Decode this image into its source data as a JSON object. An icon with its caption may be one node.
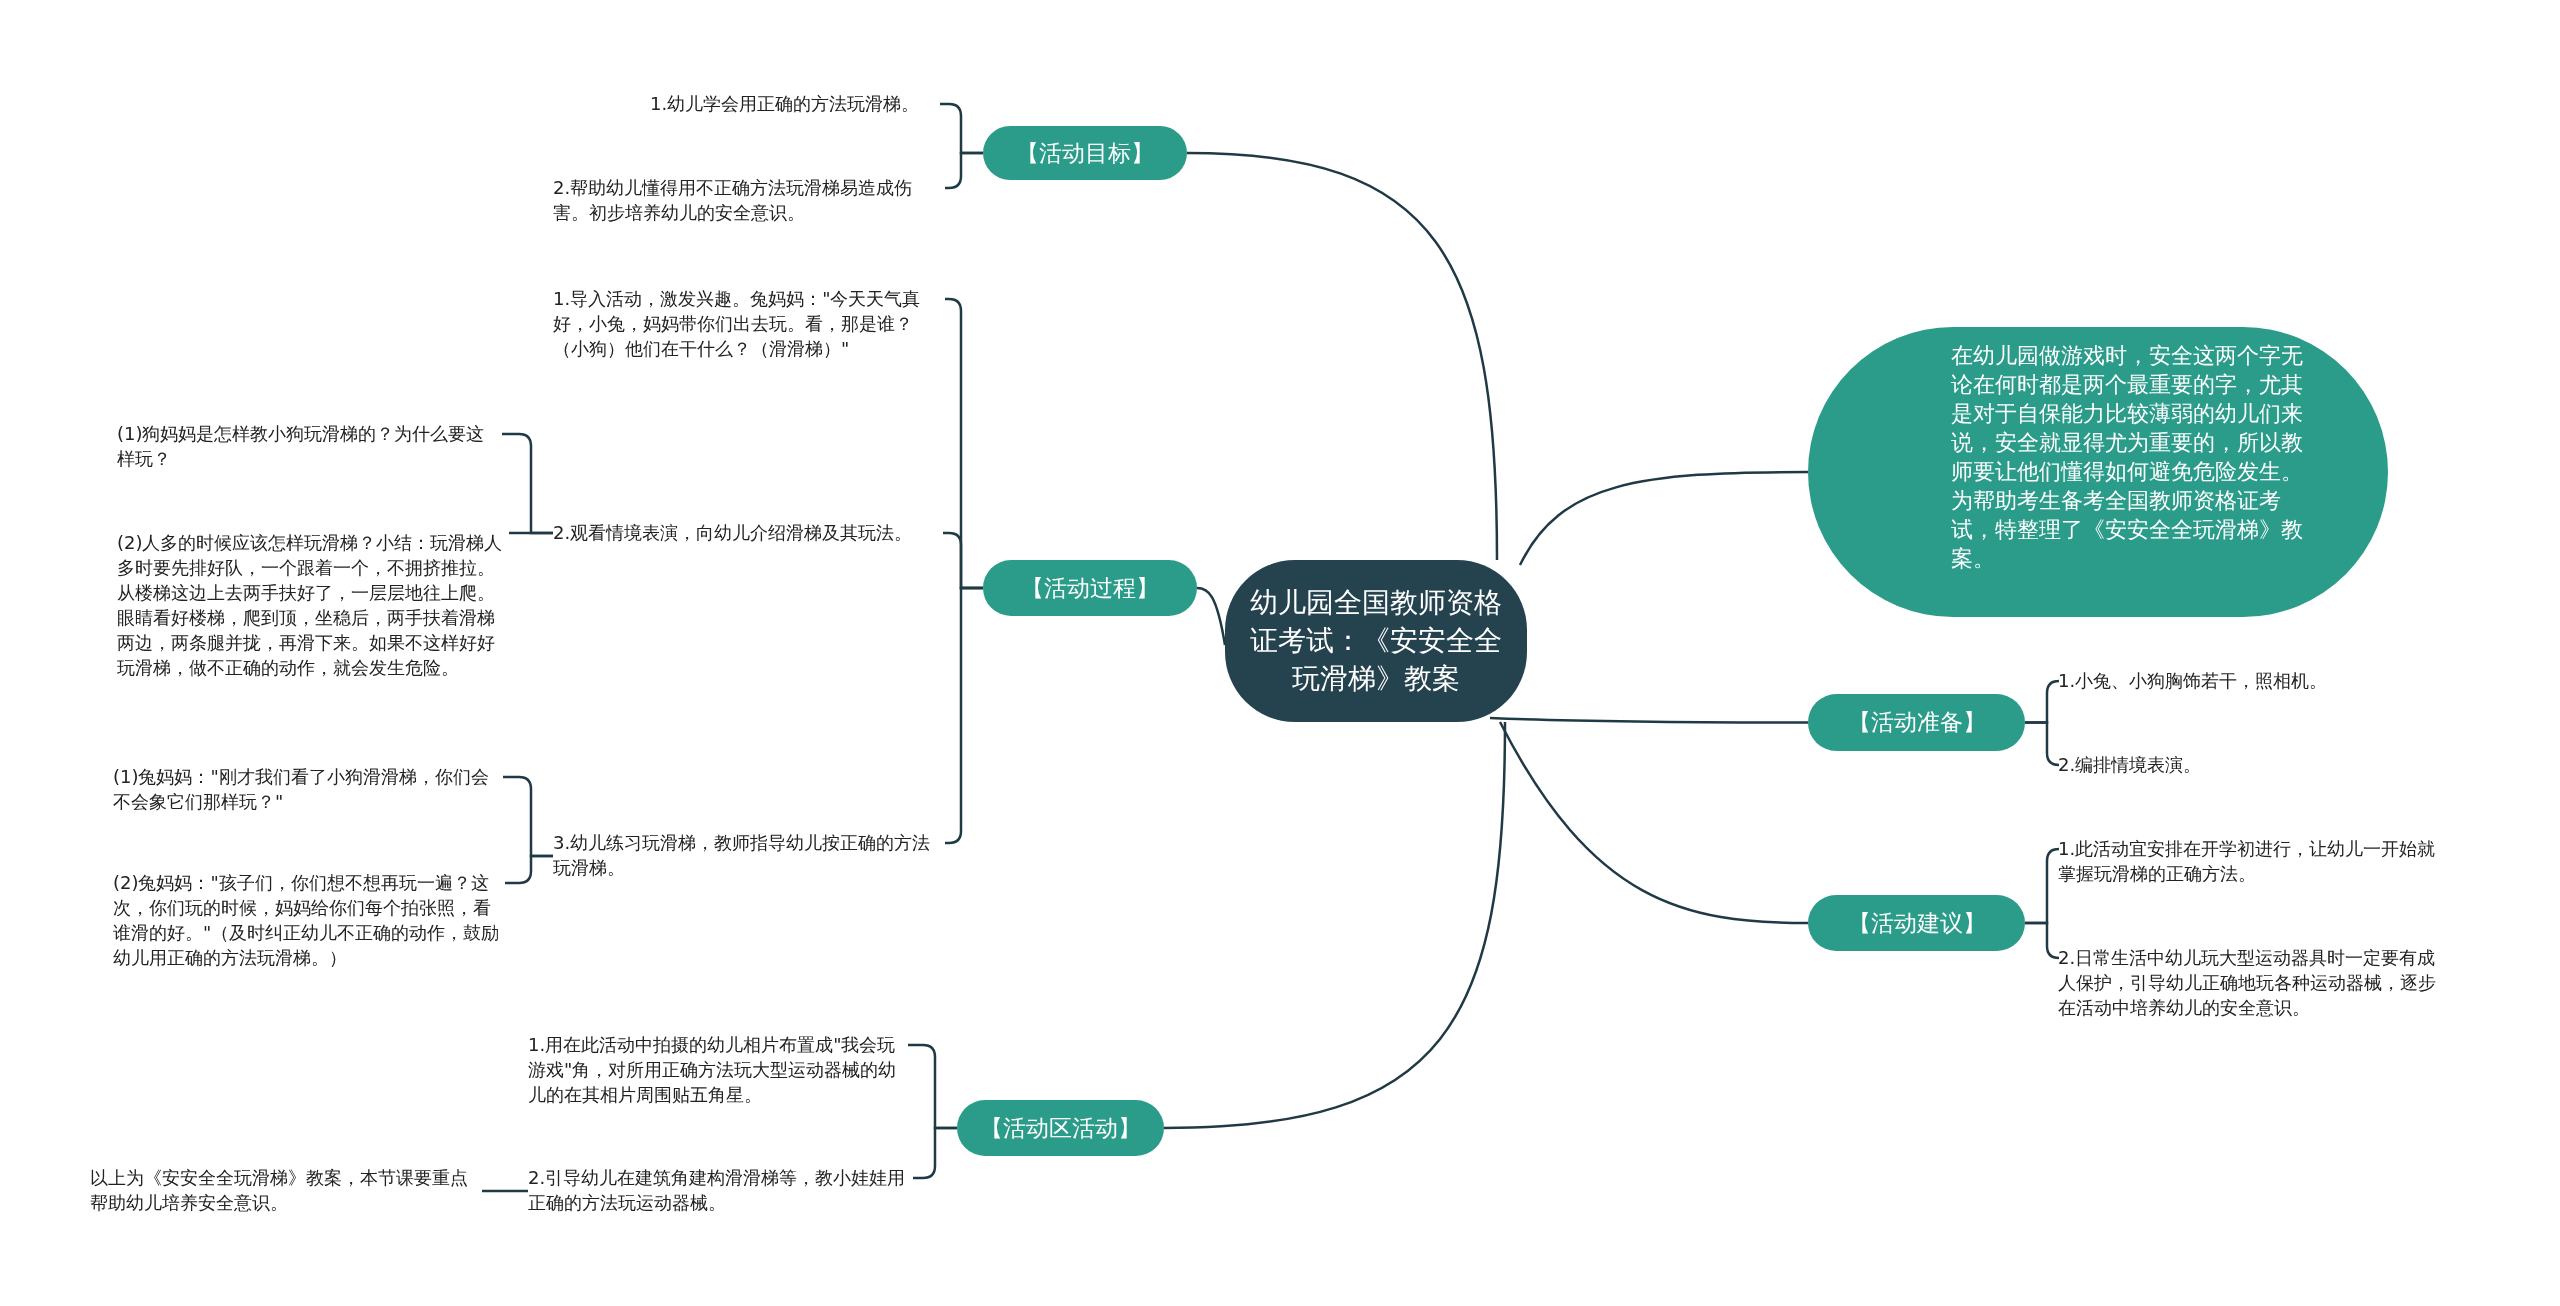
{
  "diagram": {
    "nodes": [
      {
        "text": [
          "幼儿园全国教师资格证考试：《安安全全玩滑梯》教案"
        ]
      },
      {
        "text": [
          "在幼儿园做游戏时，安全这两个字无论在何时都是两个最重要的字，尤其是对于自保能力比较薄弱的幼儿们来说，安全就显得尤为重要的，所以教师要让他们懂得如何避免危险发生。为帮助考生备考全国教师资格证考试，特整理了《安安全全玩滑梯》教案。"
        ]
      },
      {
        "text": [
          "【活动目标】"
        ]
      },
      {
        "text": [
          "1.幼儿学会用正确的方法玩滑梯。"
        ]
      },
      {
        "text": [
          "2.帮助幼儿懂得用不正确方法玩滑梯易造成伤害。初步培养幼儿的安全意识。"
        ]
      },
      {
        "text": [
          "【活动过程】"
        ]
      },
      {
        "text": [
          "1.导入活动，激发兴趣。兔妈妈：\"今天天气真好，小兔，妈妈带你们出去玩。看，那是谁？（小狗）他们在干什么？（滑滑梯）\""
        ]
      },
      {
        "text": [
          "2.观看情境表演，向幼儿介绍滑梯及其玩法。"
        ]
      },
      {
        "text": [
          "(1)狗妈妈是怎样教小狗玩滑梯的？为什么要这样玩？"
        ]
      },
      {
        "text": [
          "(2)人多的时候应该怎样玩滑梯？小结：玩滑梯人多时要先排好队，一个跟着一个，不拥挤推拉。从楼梯这边上去两手扶好了，一层层地往上爬。眼睛看好楼梯，爬到顶，坐稳后，两手扶着滑梯两边，两条腿并拢，再滑下来。如果不这样好好玩滑梯，做不正确的动作，就会发生危险。"
        ]
      },
      {
        "text": [
          "3.幼儿练习玩滑梯，教师指导幼儿按正确的方法玩滑梯。"
        ]
      },
      {
        "text": [
          "(1)兔妈妈：\"刚才我们看了小狗滑滑梯，你们会不会象它们那样玩？\""
        ]
      },
      {
        "text": [
          "(2)兔妈妈：\"孩子们，你们想不想再玩一遍？这次，你们玩的时候，妈妈给你们每个拍张照，看谁滑的好。\"（及时纠正幼儿不正确的动作，鼓励幼儿用正确的方法玩滑梯。）"
        ]
      },
      {
        "text": [
          "【活动区活动】"
        ]
      },
      {
        "text": [
          "1.用在此活动中拍摄的幼儿相片布置成\"我会玩游戏\"角，对所用正确方法玩大型运动器械的幼儿的在其相片周围贴五角星。"
        ]
      },
      {
        "text": [
          "2.引导幼儿在建筑角建构滑滑梯等，教小娃娃用正确的方法玩运动器械。"
        ]
      },
      {
        "text": [
          "以上为《安安全全玩滑梯》教案，本节课要重点帮助幼儿培养安全意识。"
        ]
      },
      {
        "text": [
          "【活动准备】"
        ]
      },
      {
        "text": [
          "1.小兔、小狗胸饰若干，照相机。"
        ]
      },
      {
        "text": [
          "2.编排情境表演。"
        ]
      },
      {
        "text": [
          "【活动建议】"
        ]
      },
      {
        "text": [
          "1.此活动宜安排在开学初进行，让幼儿一开始就掌握玩滑梯的正确方法。"
        ]
      },
      {
        "text": [
          "2.日常生活中幼儿玩大型运动器具时一定要有成人保护，引导幼儿正确地玩各种运动器械，逐步在活动中培养幼儿的安全意识。"
        ]
      }
    ],
    "edges": [
      {
        "from": 0,
        "to": 1,
        "arrow": "none"
      },
      {
        "from": 0,
        "to": 2,
        "arrow": "none"
      },
      {
        "from": 2,
        "to": 3,
        "arrow": "none"
      },
      {
        "from": 2,
        "to": 4,
        "arrow": "none"
      },
      {
        "from": 0,
        "to": 5,
        "arrow": "none"
      },
      {
        "from": 5,
        "to": 6,
        "arrow": "none"
      },
      {
        "from": 5,
        "to": 7,
        "arrow": "none"
      },
      {
        "from": 7,
        "to": 8,
        "arrow": "none"
      },
      {
        "from": 7,
        "to": 9,
        "arrow": "none"
      },
      {
        "from": 5,
        "to": 10,
        "arrow": "none"
      },
      {
        "from": 10,
        "to": 11,
        "arrow": "none"
      },
      {
        "from": 10,
        "to": 12,
        "arrow": "none"
      },
      {
        "from": 0,
        "to": 13,
        "arrow": "none"
      },
      {
        "from": 13,
        "to": 14,
        "arrow": "none"
      },
      {
        "from": 13,
        "to": 15,
        "arrow": "none"
      },
      {
        "from": 15,
        "to": 16,
        "arrow": "none"
      },
      {
        "from": 0,
        "to": 17,
        "arrow": "none"
      },
      {
        "from": 17,
        "to": 18,
        "arrow": "none"
      },
      {
        "from": 17,
        "to": 19,
        "arrow": "none"
      },
      {
        "from": 0,
        "to": 20,
        "arrow": "none"
      },
      {
        "from": 20,
        "to": 21,
        "arrow": "none"
      },
      {
        "from": 20,
        "to": 22,
        "arrow": "none"
      }
    ]
  }
}
